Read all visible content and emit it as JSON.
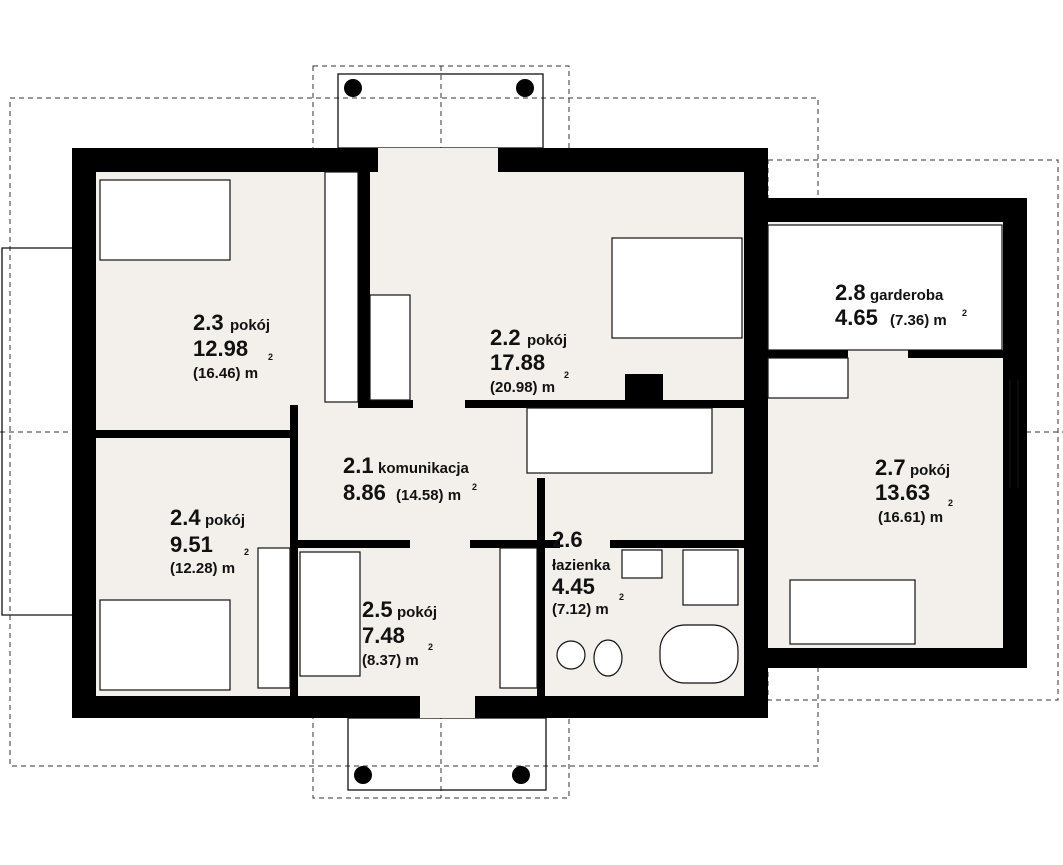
{
  "plan": {
    "unit": "m",
    "unit_power": "2",
    "rooms": [
      {
        "number": "2.1",
        "name": "komunikacja",
        "area": "8.86",
        "area_total": "(14.58) m"
      },
      {
        "number": "2.2",
        "name": "pokój",
        "area": "17.88",
        "area_total": "(20.98) m"
      },
      {
        "number": "2.3",
        "name": "pokój",
        "area": "12.98",
        "area_total": "(16.46) m"
      },
      {
        "number": "2.4",
        "name": "pokój",
        "area": "9.51",
        "area_total": "(12.28) m"
      },
      {
        "number": "2.5",
        "name": "pokój",
        "area": "7.48",
        "area_total": "(8.37) m"
      },
      {
        "number": "2.6",
        "name": "łazienka",
        "area": "4.45",
        "area_total": "(7.12) m"
      },
      {
        "number": "2.7",
        "name": "pokój",
        "area": "13.63",
        "area_total": "(16.61) m"
      },
      {
        "number": "2.8",
        "name": "garderoba",
        "area": "4.65",
        "area_total": "(7.36) m"
      }
    ]
  },
  "colors": {
    "wall": "#000000",
    "floor": "#f3f0eb"
  }
}
